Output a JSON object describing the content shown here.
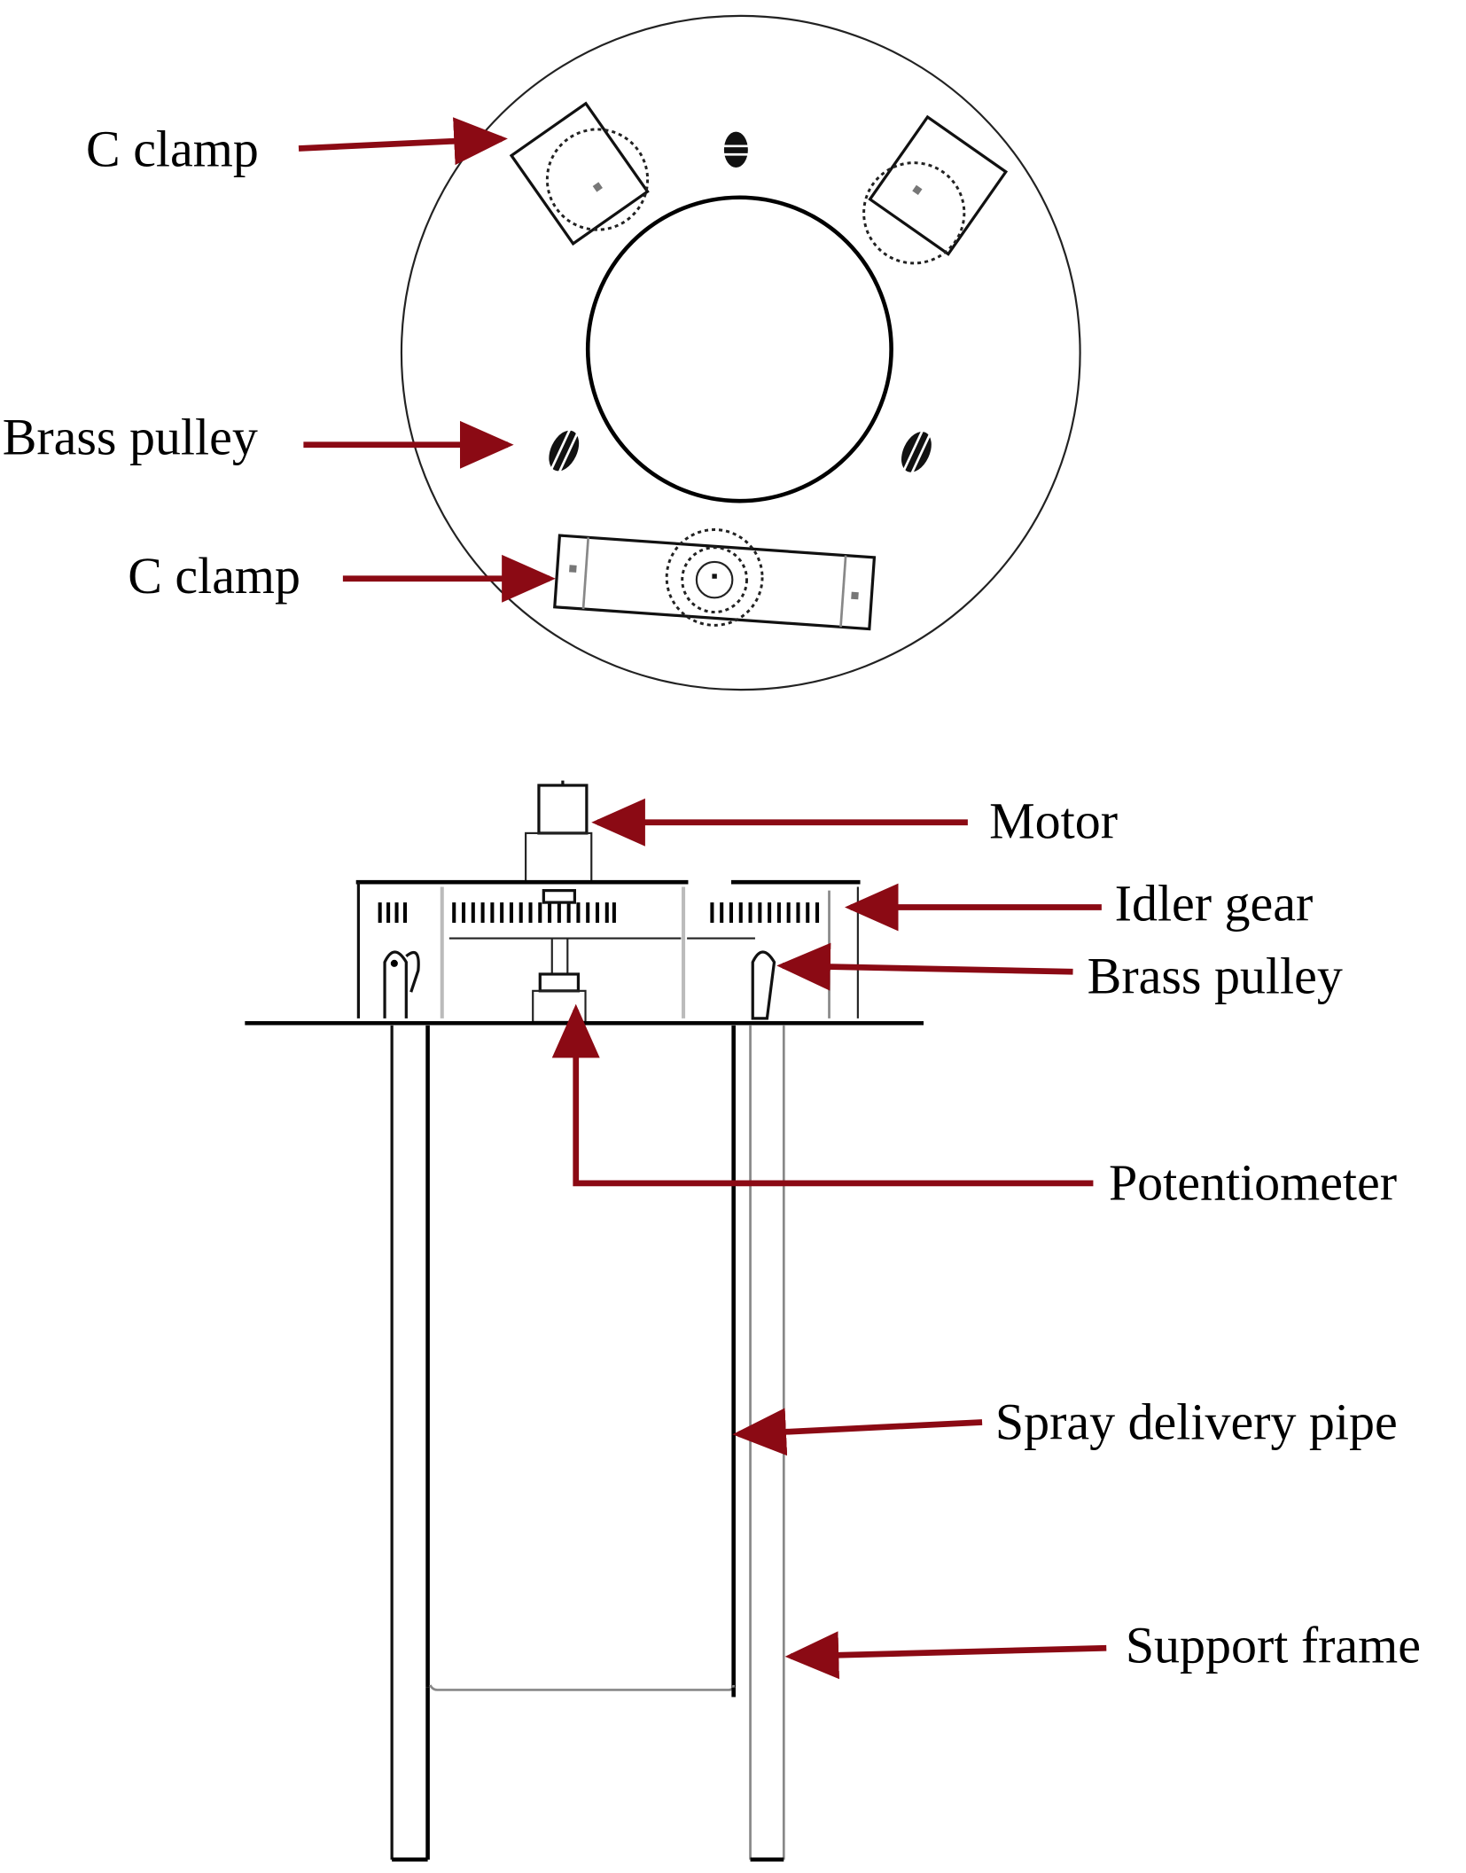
{
  "figure": {
    "type": "apparatus-diagram",
    "views": [
      "top-view",
      "front-elevation"
    ],
    "arrow_color": "#8b0a14",
    "line_color": "#000000",
    "background": "#ffffff"
  },
  "top_view": {
    "labels": [
      {
        "id": "c-clamp-upper",
        "text": "C clamp"
      },
      {
        "id": "brass-pulley",
        "text": "Brass pulley"
      },
      {
        "id": "c-clamp-lower",
        "text": "C clamp"
      }
    ],
    "components": [
      "outer-disc",
      "central-opening",
      "upper-left-clamp-gear",
      "upper-right-clamp-gear",
      "lower-clamp-gear",
      "top-pulley",
      "left-pulley",
      "right-pulley"
    ]
  },
  "front_view": {
    "labels": [
      {
        "id": "motor",
        "text": "Motor"
      },
      {
        "id": "idler-gear",
        "text": "Idler gear"
      },
      {
        "id": "brass-pulley",
        "text": "Brass pulley"
      },
      {
        "id": "potentiometer",
        "text": "Potentiometer"
      },
      {
        "id": "spray-delivery-pipe",
        "text": "Spray delivery pipe"
      },
      {
        "id": "support-frame",
        "text": "Support frame"
      }
    ]
  }
}
